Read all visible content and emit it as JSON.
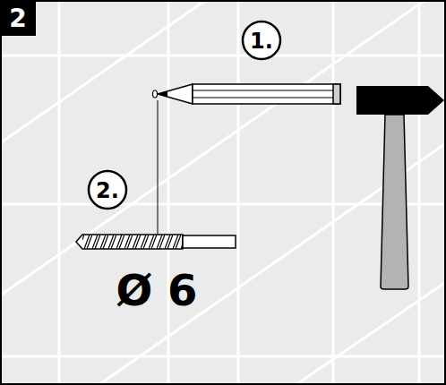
{
  "diagram": {
    "labels": [
      "2",
      "1.",
      "2.",
      "Ø 6"
    ]
  }
}
